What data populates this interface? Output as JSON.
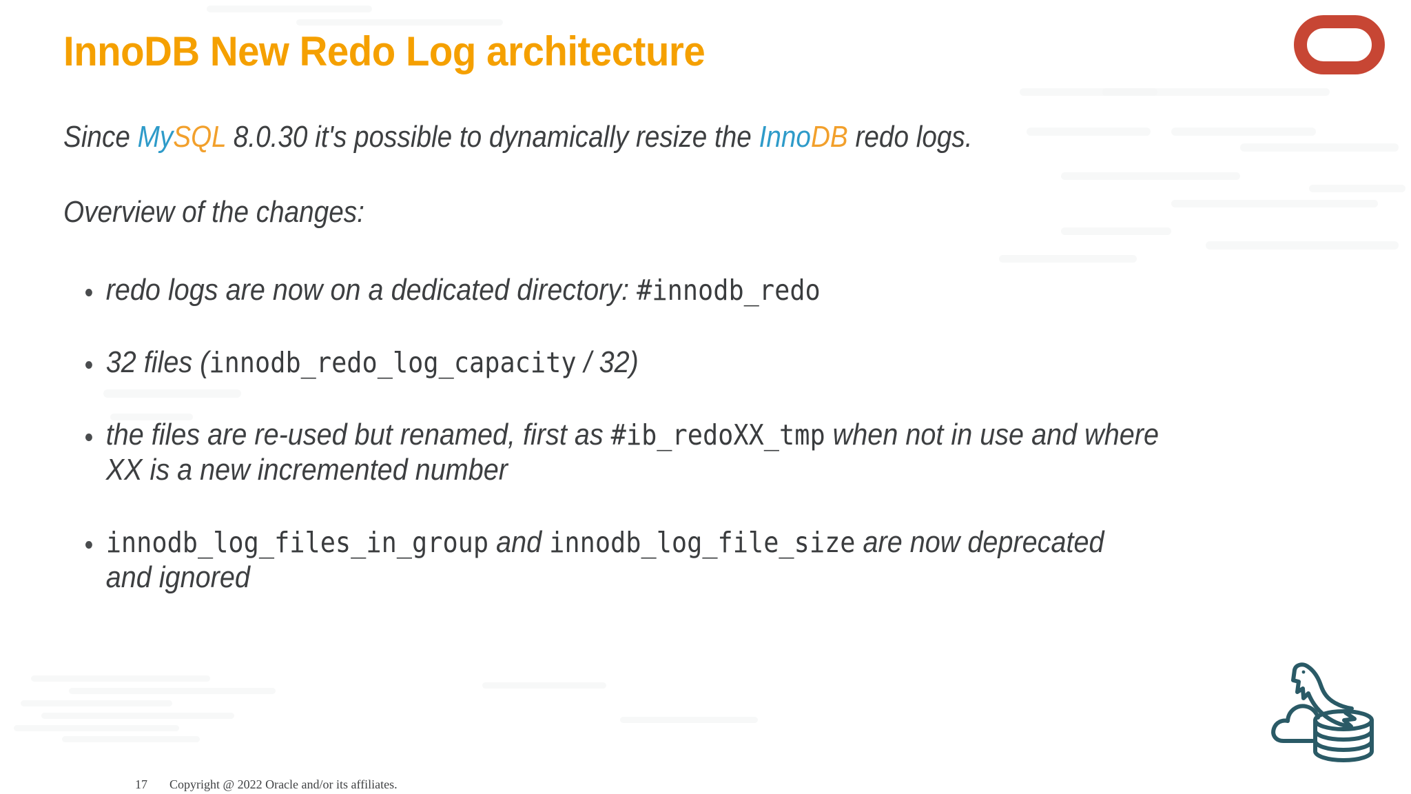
{
  "slide": {
    "title": "InnoDB New Redo Log architecture",
    "title_color": "#F5A000",
    "background_color": "#FFFFFF"
  },
  "logos": {
    "oracle": {
      "name": "oracle-logo",
      "color": "#C74634",
      "shape": "rounded-rectangle-outline"
    },
    "mysql": {
      "name": "mysql-dolphin-cloud-database-logo",
      "color": "#2A5A66"
    }
  },
  "intro": {
    "part1": "Since ",
    "my": "My",
    "sql": "SQL",
    "part2": " 8.0.30 it's possible to dynamically resize the ",
    "inno": "Inno",
    "db": "DB",
    "part3": " redo logs.",
    "accent_teal": "#2E9BC9",
    "accent_orange": "#F2A02C"
  },
  "overview": {
    "heading": "Overview of the changes:"
  },
  "bullets": [
    {
      "id": "redo-directory",
      "segments": [
        {
          "type": "text",
          "value": "redo logs are now on a dedicated directory: "
        },
        {
          "type": "code",
          "value": "#innodb_redo"
        }
      ],
      "text_1": "redo logs are now on a dedicated directory: ",
      "code_1": "#innodb_redo"
    },
    {
      "id": "file-count",
      "text_1": "32 files (",
      "code_1": "innodb_redo_log_capacity",
      "text_2": " / 32)"
    },
    {
      "id": "file-rename",
      "text_1": "the files are re-used but renamed, first as ",
      "code_1": "#ib_redoXX_tmp",
      "text_2": " when not in use and where",
      "line2": "XX is a new incremented number"
    },
    {
      "id": "deprecated-vars",
      "code_1": "innodb_log_files_in_group",
      "text_1": " and ",
      "code_2": "innodb_log_file_size",
      "text_2": " are now deprecated",
      "line2": "and ignored"
    }
  ],
  "footer": {
    "page_number": "17",
    "copyright": "Copyright @ 2022 Oracle and/or its affiliates."
  }
}
